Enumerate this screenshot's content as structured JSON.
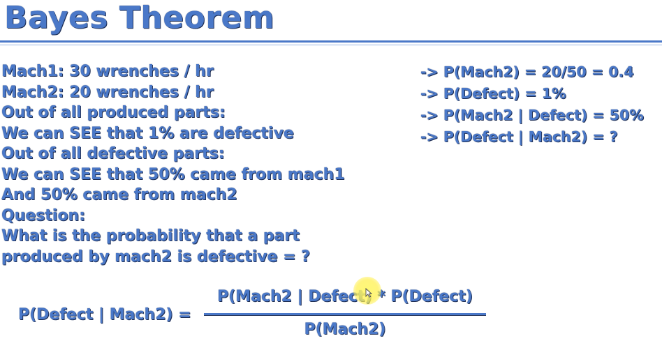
{
  "slide": {
    "title": "Bayes Theorem"
  },
  "left_text": [
    "Mach1: 30 wrenches / hr",
    "Mach2: 20 wrenches / hr",
    "Out of all produced parts:",
    "We can SEE that 1% are defective",
    "Out of all defective parts:",
    "We can SEE that 50% came from mach1",
    "And 50% came from mach2",
    "Question:",
    "What is the probability that a part",
    "produced by mach2 is defective = ?"
  ],
  "right_text": [
    "-> P(Mach2) = 20/50 = 0.4",
    "-> P(Defect) = 1%",
    "-> P(Mach2 | Defect) = 50%",
    "-> P(Defect | Mach2) = ?"
  ],
  "formula": {
    "lhs": "P(Defect | Mach2) =",
    "numerator": "P(Mach2 | Defect) * P(Defect)",
    "denominator": "P(Mach2)"
  },
  "colors": {
    "text": "#4a78c8",
    "outline": "#1f2f55",
    "cursor_highlight": "#fff06e"
  },
  "icons": {
    "cursor": "mouse-pointer-icon"
  }
}
